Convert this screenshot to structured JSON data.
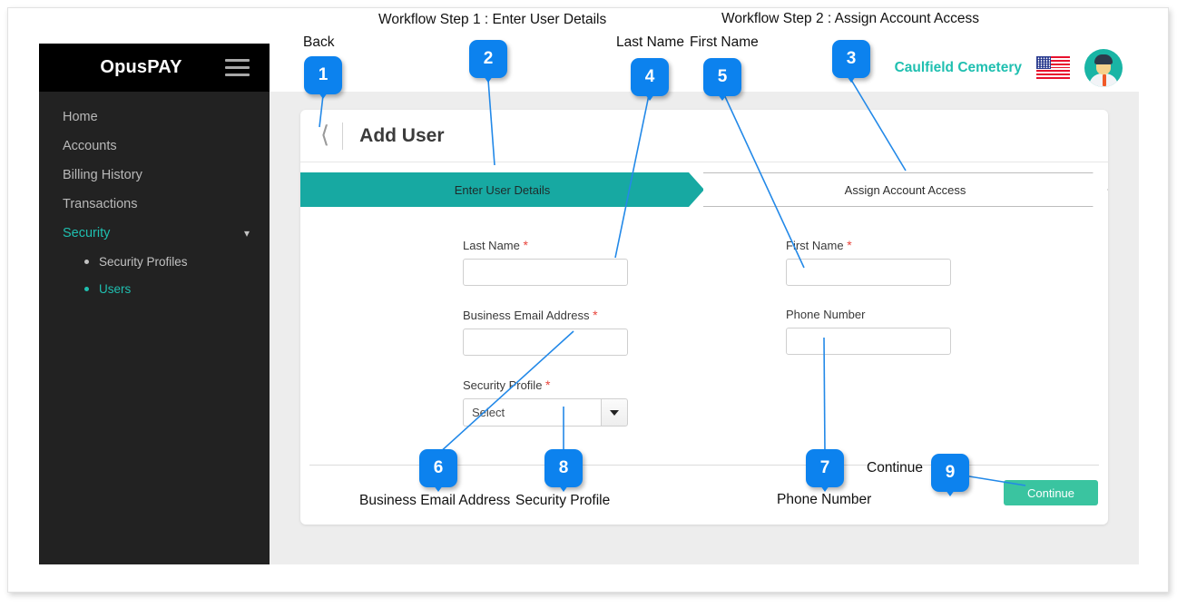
{
  "sidebar": {
    "brand": "OpusPAY",
    "menu_icon": "hamburger-icon",
    "items": [
      {
        "label": "Home",
        "active": false
      },
      {
        "label": "Accounts",
        "active": false
      },
      {
        "label": "Billing History",
        "active": false
      },
      {
        "label": "Transactions",
        "active": false
      },
      {
        "label": "Security",
        "active": true,
        "expanded": true
      }
    ],
    "sub_items": [
      {
        "label": "Security Profiles",
        "active": false
      },
      {
        "label": "Users",
        "active": true
      }
    ]
  },
  "topbar": {
    "org_name": "Caulfield Cemetery",
    "flag_icon": "us-flag-icon",
    "avatar_icon": "user-avatar-icon"
  },
  "card": {
    "back_icon": "back-chevron-icon",
    "title": "Add User"
  },
  "steps": [
    {
      "label": "Enter User Details",
      "active": true
    },
    {
      "label": "Assign Account Access",
      "active": false
    }
  ],
  "form": {
    "last_name": {
      "label": "Last Name",
      "required": true,
      "value": "",
      "placeholder": ""
    },
    "first_name": {
      "label": "First Name",
      "required": true,
      "value": "",
      "placeholder": ""
    },
    "business_email": {
      "label": "Business Email Address",
      "required": true,
      "value": "",
      "placeholder": ""
    },
    "phone_number": {
      "label": "Phone Number",
      "required": false,
      "value": "",
      "placeholder": ""
    },
    "security_profile": {
      "label": "Security Profile",
      "required": true,
      "selected": "Select",
      "arrow_icon": "chevron-down-icon"
    },
    "required_marker": "*"
  },
  "actions": {
    "continue_label": "Continue"
  },
  "annotations": {
    "accent_color": "#0c82ee",
    "callouts": [
      {
        "number": "1",
        "label": "Back"
      },
      {
        "number": "2",
        "label": "Workflow Step 1 : Enter User Details"
      },
      {
        "number": "3",
        "label": "Workflow Step 2 : Assign Account Access"
      },
      {
        "number": "4",
        "label": "Last Name"
      },
      {
        "number": "5",
        "label": "First Name"
      },
      {
        "number": "6",
        "label": "Business Email Address"
      },
      {
        "number": "7",
        "label": "Phone Number"
      },
      {
        "number": "8",
        "label": "Security Profile"
      },
      {
        "number": "9",
        "label": "Continue"
      }
    ]
  },
  "colors": {
    "brand_teal": "#1fbfb0",
    "step_active": "#17a9a2",
    "continue_green": "#3ac4a0",
    "sidebar_dark": "#222222",
    "required_red": "#e8443c"
  }
}
